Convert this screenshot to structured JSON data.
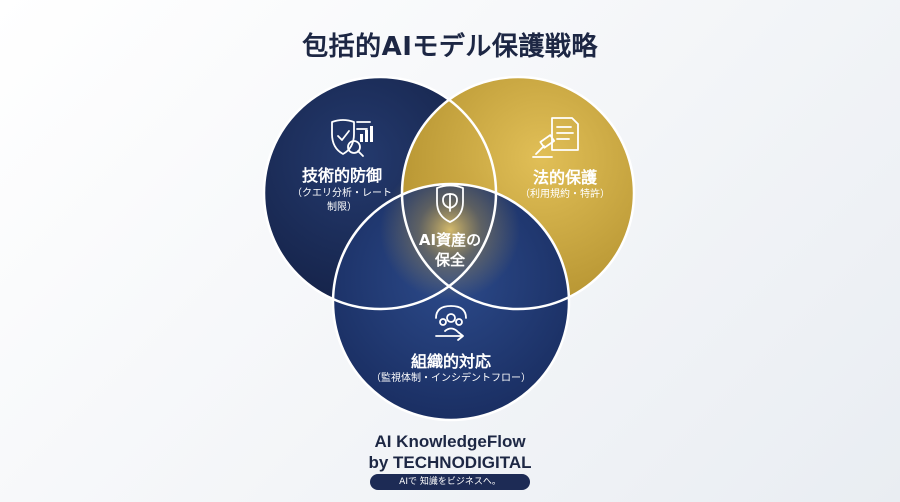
{
  "title": "包括的AIモデル保護戦略",
  "circles": {
    "technical": {
      "label": "技術的防御",
      "sub1": "（クエリ分析・レート",
      "sub2": "制限）",
      "color": "#1c2c59"
    },
    "legal": {
      "label": "法的保護",
      "sub": "（利用規約・特許）",
      "color": "#c7a43e"
    },
    "organizational": {
      "label": "組織的対応",
      "sub": "（監視体制・インシデントフロー）",
      "color": "#203a72"
    },
    "center": {
      "label1": "AI資産の",
      "label2": "保全"
    }
  },
  "icons": {
    "technical": "shield-analytics-icon",
    "legal": "document-gavel-icon",
    "organizational": "team-flow-icon",
    "center": "shield-brain-icon"
  },
  "brand": {
    "name": "AI KnowledgeFlow",
    "by": "by TECHNODIGITAL",
    "tagline": "AIで 知識をビジネスへ。"
  }
}
